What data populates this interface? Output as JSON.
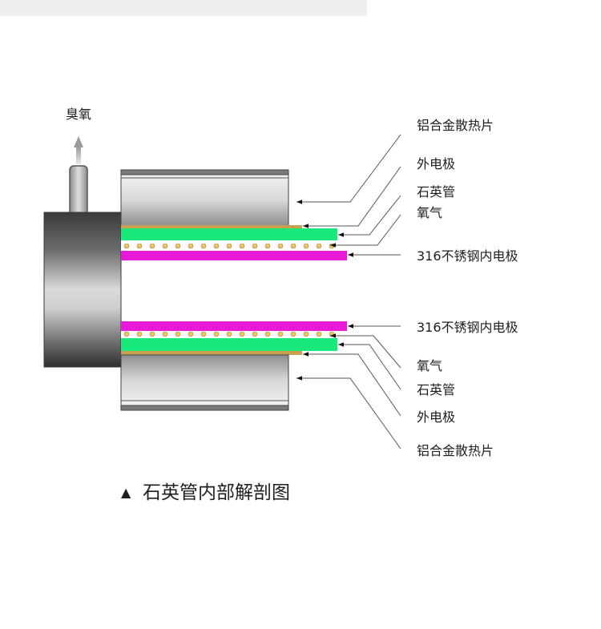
{
  "labels": {
    "ozone": "臭氧",
    "upper": {
      "heatsink": "铝合金散热片",
      "outer_electrode": "外电极",
      "quartz_tube": "石英管",
      "oxygen": "氧气",
      "inner_electrode": "316不锈钢内电极"
    },
    "lower": {
      "inner_electrode": "316不锈钢内电极",
      "oxygen": "氧气",
      "quartz_tube": "石英管",
      "outer_electrode": "外电极",
      "heatsink": "铝合金散热片"
    }
  },
  "caption": {
    "marker": "▲",
    "text": "石英管内部解剖图"
  },
  "colors": {
    "oxygen_layer": "#19e87a",
    "inner_electrode": "#e81ad8",
    "outer_electrode": "#c8a050",
    "bead": "#e8c468"
  }
}
